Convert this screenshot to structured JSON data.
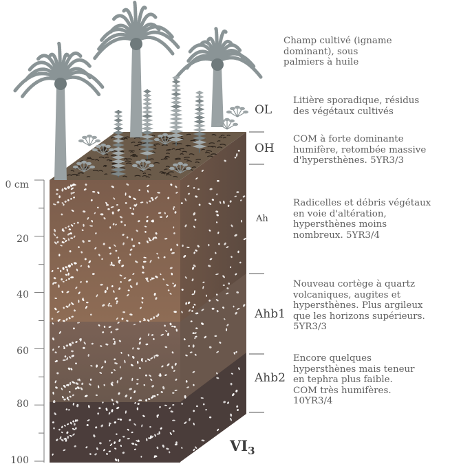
{
  "axis": {
    "ticks": [
      {
        "label": "0 cm",
        "value": 0
      },
      {
        "label": "20",
        "value": 20
      },
      {
        "label": "40",
        "value": 40
      },
      {
        "label": "60",
        "value": 60
      },
      {
        "label": "80",
        "value": 80
      },
      {
        "label": "100",
        "value": 100
      }
    ],
    "max": 100
  },
  "profile": {
    "code": "VI",
    "code_sub": "3",
    "horizons": [
      {
        "code": "OL",
        "description": "Litière sporadique, résidus\ndes végétaux cultivés"
      },
      {
        "code": "OH",
        "description": "COM à forte dominante\nhumifère, retombée massive\nd'hypersthènes. 5YR3/3"
      },
      {
        "code": "Ah",
        "description": "Radicelles et débris végétaux\nen voie d'altération,\nhypersthènes moins\nnombreux. 5YR3/4"
      },
      {
        "code": "Ahb1",
        "description": "Nouveau cortège à quartz\nvolcaniques, augites et\nhypersthènes. Plus argileux\nque les horizons supérieurs.\n5YR3/3"
      },
      {
        "code": "Ahb2",
        "description": "Encore quelques\nhypersthènes mais teneur\nen tephra plus faible.\nCOM très humifères.\n10YR3/4"
      }
    ]
  },
  "surface": {
    "description": "Champ cultivé (igname\ndominant), sous\npalmiers à huile"
  },
  "colors": {
    "ah_upper": "#7a5e4d",
    "ah_lower": "#8a6a54",
    "ahb1": "#6e5a4e",
    "ahb2": "#4a3c39",
    "side_shade": "#5e4a40",
    "top_litter": "#6a5a4a",
    "palm": "#8a9496"
  }
}
